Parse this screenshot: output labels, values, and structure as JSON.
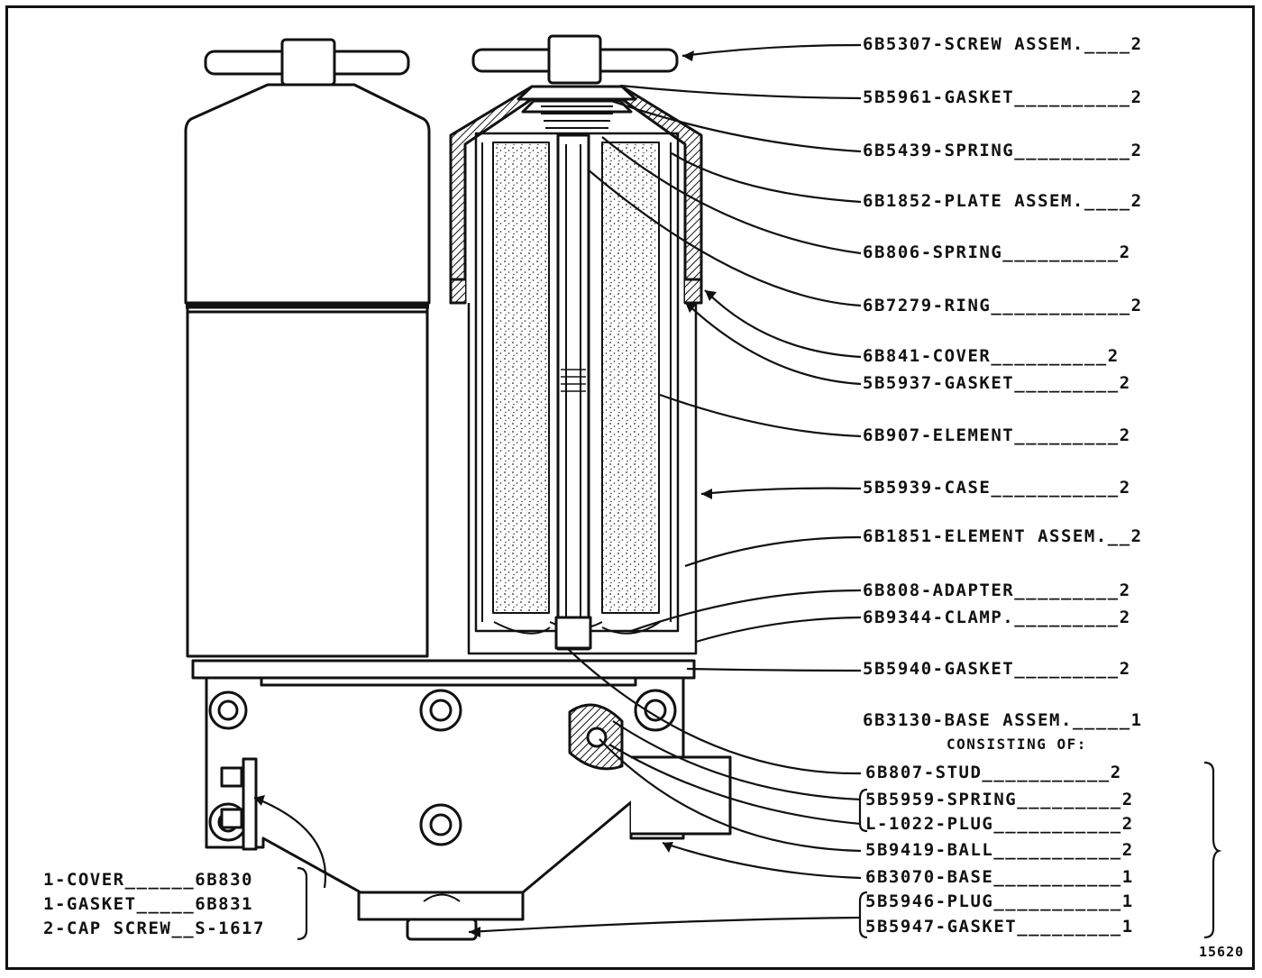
{
  "figure_number": "15620",
  "parts_list": [
    {
      "part": "6B5307",
      "name": "SCREW ASSEM.",
      "leader": "____",
      "qty": "2"
    },
    {
      "part": "5B5961",
      "name": "GASKET",
      "leader": "__________",
      "qty": "2"
    },
    {
      "part": "6B5439",
      "name": "SPRING",
      "leader": "__________",
      "qty": "2"
    },
    {
      "part": "6B1852",
      "name": "PLATE ASSEM.",
      "leader": "____",
      "qty": "2"
    },
    {
      "part": "6B806",
      "name": "SPRING",
      "leader": "__________",
      "qty": "2"
    },
    {
      "part": "6B7279",
      "name": "RING",
      "leader": "____________",
      "qty": "2"
    },
    {
      "part": "6B841",
      "name": "COVER",
      "leader": "__________",
      "qty": "2"
    },
    {
      "part": "5B5937",
      "name": "GASKET",
      "leader": "_________",
      "qty": "2"
    },
    {
      "part": "6B907",
      "name": "ELEMENT",
      "leader": "_________",
      "qty": "2"
    },
    {
      "part": "5B5939",
      "name": "CASE",
      "leader": "___________",
      "qty": "2"
    },
    {
      "part": "6B1851",
      "name": "ELEMENT ASSEM.",
      "leader": "__",
      "qty": "2"
    },
    {
      "part": "6B808",
      "name": "ADAPTER",
      "leader": "_________",
      "qty": "2"
    },
    {
      "part": "6B9344",
      "name": "CLAMP.",
      "leader": "_________",
      "qty": "2"
    },
    {
      "part": "5B5940",
      "name": "GASKET",
      "leader": "_________",
      "qty": "2"
    },
    {
      "part": "6B3130",
      "name": "BASE ASSEM.",
      "leader": "_____",
      "qty": "1"
    }
  ],
  "consisting_of": "CONSISTING OF:",
  "base_parts": [
    {
      "part": "6B807",
      "name": "STUD",
      "leader": "___________",
      "qty": "2"
    },
    {
      "part": "5B5959",
      "name": "SPRING",
      "leader": "_________",
      "qty": "2"
    },
    {
      "part": "L-1022",
      "name": "PLUG",
      "leader": "___________",
      "qty": "2"
    },
    {
      "part": "5B9419",
      "name": "BALL",
      "leader": "___________",
      "qty": "2"
    },
    {
      "part": "6B3070",
      "name": "BASE",
      "leader": "___________",
      "qty": "1"
    },
    {
      "part": "5B5946",
      "name": "PLUG",
      "leader": "___________",
      "qty": "1"
    },
    {
      "part": "5B5947",
      "name": "GASKET",
      "leader": "_________",
      "qty": "1"
    }
  ],
  "left_parts": [
    {
      "qty": "1",
      "name": "COVER",
      "leader": "______",
      "part": "6B830"
    },
    {
      "qty": "1",
      "name": "GASKET",
      "leader": "_____",
      "part": "6B831"
    },
    {
      "qty": "2",
      "name": "CAP SCREW",
      "leader": "__",
      "part": "S-1617"
    }
  ]
}
